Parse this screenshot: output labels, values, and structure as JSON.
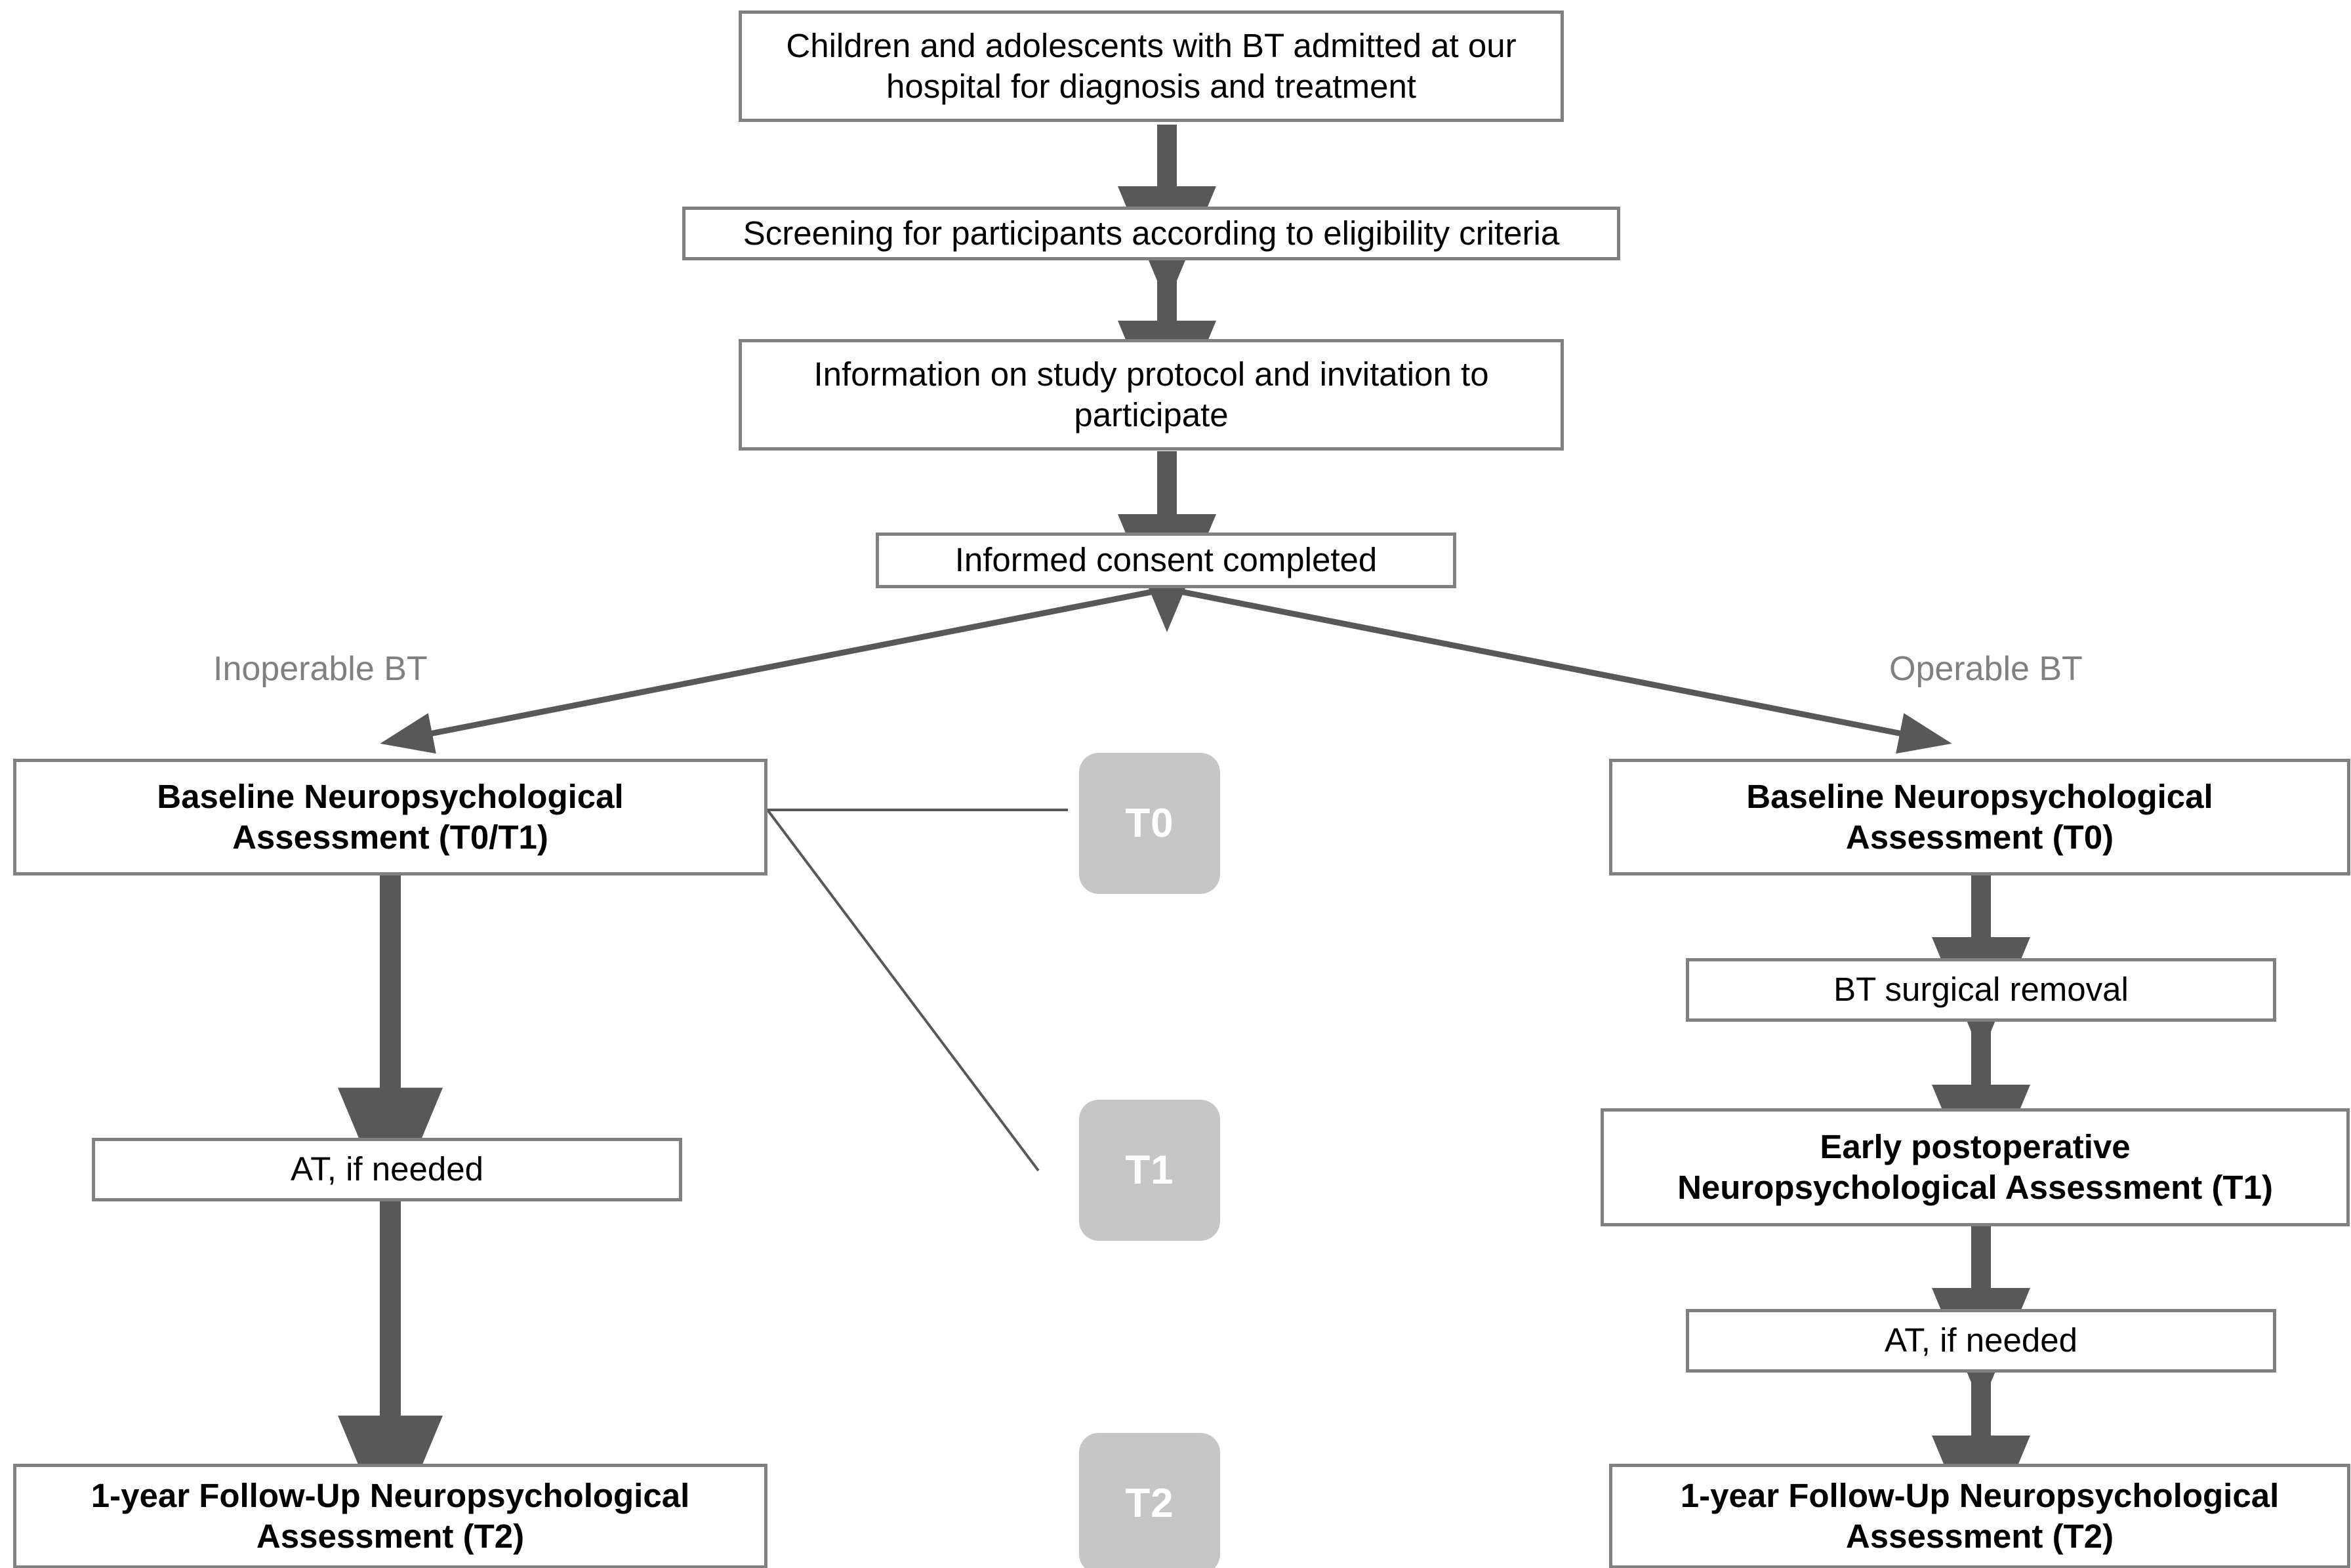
{
  "diagram": {
    "title": "Study flow diagram for neuropsychological assessment of children and adolescents with brain tumours",
    "colors": {
      "box_border": "#808080",
      "box_fill": "#ffffff",
      "arrow": "#585858",
      "thick_arrow": "#585858",
      "badge_fill": "#c6c6c6",
      "badge_text": "#ffffff",
      "branch_label_text": "#808080",
      "node_text": "#000000",
      "thin_connector": "#585858"
    },
    "nodes": {
      "admitted": "Children and adolescents with BT admitted at our\nhospital for diagnosis and treatment",
      "screening": "Screening for participants according to eligibility criteria",
      "information": "Information on study protocol and invitation to\nparticipate",
      "consent": "Informed consent completed",
      "left_baseline": "Baseline Neuropsychological\nAssessment (T0/T1)",
      "left_at": "AT, if needed",
      "left_followup": "1-year Follow-Up Neuropsychological\nAssessment (T2)",
      "right_baseline": "Baseline Neuropsychological\nAssessment (T0)",
      "right_surgery": "BT surgical removal",
      "right_postop": "Early postoperative\nNeuropsychological Assessment (T1)",
      "right_at": "AT, if needed",
      "right_followup": "1-year Follow-Up Neuropsychological\nAssessment (T2)"
    },
    "branch_labels": {
      "left": "Inoperable BT",
      "right": "Operable BT"
    },
    "timepoint_badges": [
      {
        "id": "t0",
        "label": "T0"
      },
      {
        "id": "t1",
        "label": "T1"
      },
      {
        "id": "t2",
        "label": "T2"
      }
    ]
  }
}
